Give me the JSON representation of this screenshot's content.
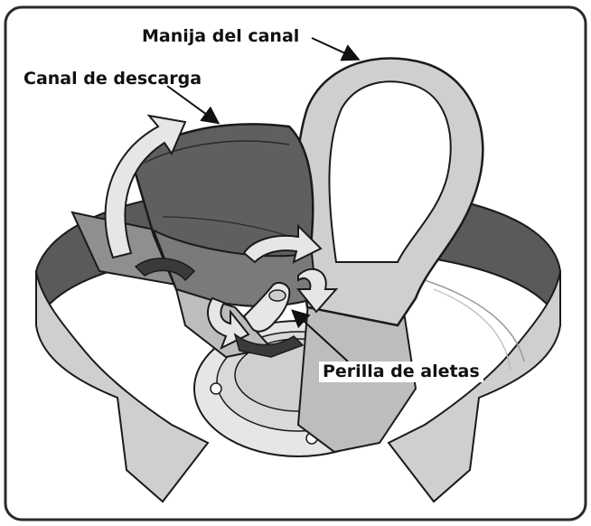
{
  "labels": {
    "handle": "Manija del canal",
    "chute": "Canal de descarga",
    "knob": "Perilla de aletas"
  },
  "colors": {
    "frame": "#2a2a2a",
    "dark_gray": "#5a5a5a",
    "mid_gray": "#8f8f8f",
    "light_gray": "#cfcfcf",
    "very_light_gray": "#e6e6e6",
    "outline": "#1a1a1a"
  }
}
